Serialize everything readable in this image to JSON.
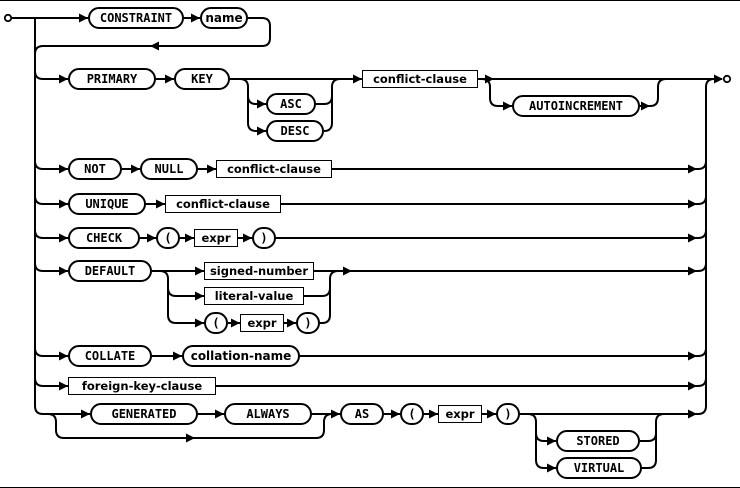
{
  "diagram": {
    "name": "column-constraint syntax diagram",
    "terminals": {
      "constraint": "CONSTRAINT",
      "primary": "PRIMARY",
      "key": "KEY",
      "asc": "ASC",
      "desc": "DESC",
      "autoincrement": "AUTOINCREMENT",
      "not": "NOT",
      "null": "NULL",
      "unique": "UNIQUE",
      "check": "CHECK",
      "default": "DEFAULT",
      "collate": "COLLATE",
      "generated": "GENERATED",
      "always": "ALWAYS",
      "as": "AS",
      "stored": "STORED",
      "virtual": "VIRTUAL",
      "lparen": "(",
      "rparen": ")"
    },
    "tokens": {
      "name": "name",
      "collation_name": "collation-name"
    },
    "nonterminals": {
      "conflict_clause": "conflict-clause",
      "expr": "expr",
      "signed_number": "signed-number",
      "literal_value": "literal-value",
      "foreign_key_clause": "foreign-key-clause"
    }
  }
}
